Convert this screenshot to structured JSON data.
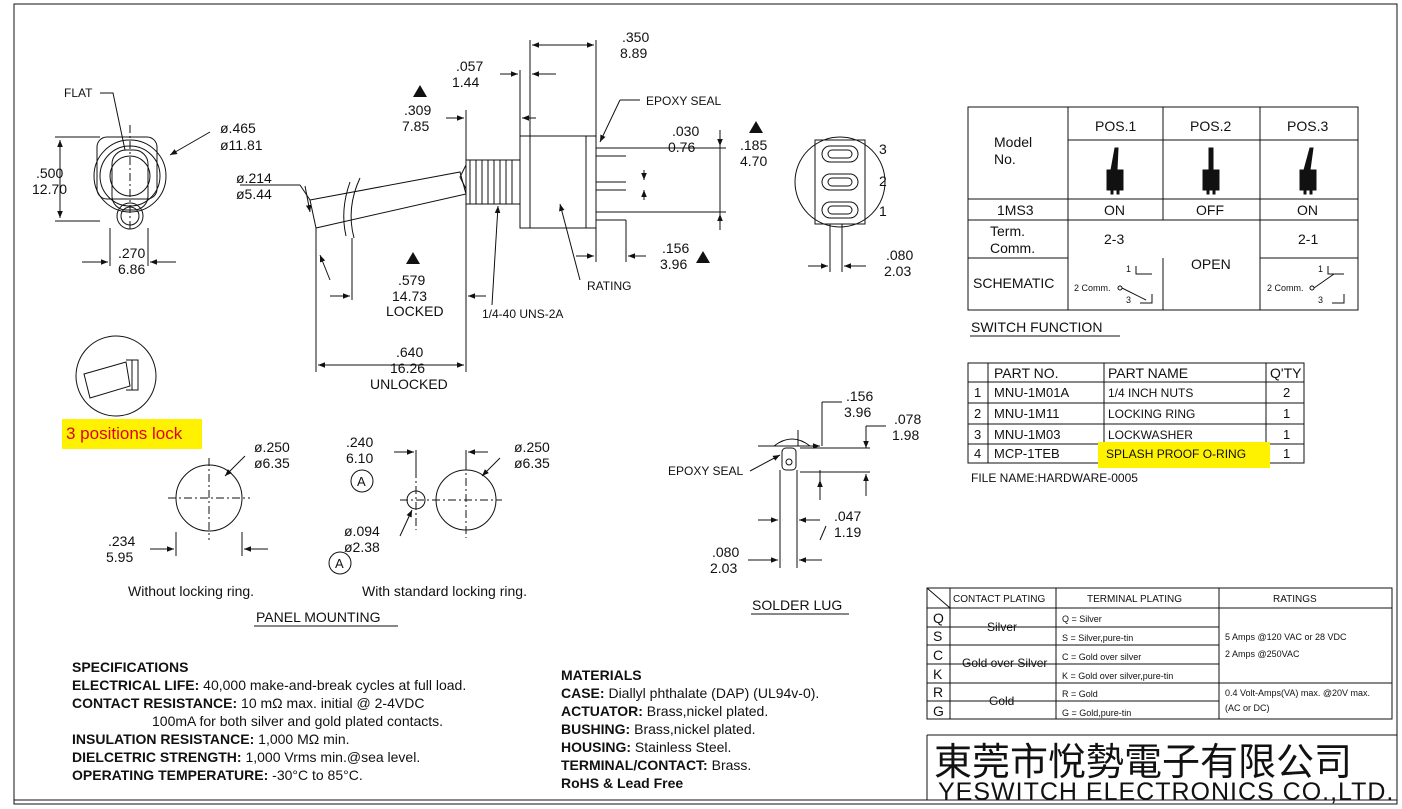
{
  "colors": {
    "line": "#111111",
    "highlight": "#fff200",
    "highlight_text": "#e0001b"
  },
  "drawing": {
    "flat": "FLAT",
    "d465": "ø.465",
    "d1181": "ø11.81",
    "h500": ".500",
    "h1270": "12.70",
    "w270": ".270",
    "w686": "6.86",
    "d214": "ø.214",
    "d544": "ø5.44",
    "d057": ".057",
    "d144": "1.44",
    "d350": ".350",
    "d889": "8.89",
    "d309": ".309",
    "d785": "7.85",
    "epoxy_seal": "EPOXY SEAL",
    "d030": ".030",
    "d076": "0.76",
    "d185": ".185",
    "d470": "4.70",
    "d156": ".156",
    "d396": "3.96",
    "rating": "RATING",
    "d579": ".579",
    "d1473": "14.73",
    "locked": "LOCKED",
    "thread": "1/4-40 UNS-2A",
    "d640": ".640",
    "d1626": "16.26",
    "unlocked": "UNLOCKED",
    "term1": "1",
    "term2": "2",
    "term3": "3",
    "d080": ".080",
    "d203": "2.03",
    "lock_callout": "3 positions lock"
  },
  "panel": {
    "d250a": "ø.250",
    "d635a": "ø6.35",
    "d234": ".234",
    "d595": "5.95",
    "without": "Without locking ring.",
    "d240": ".240",
    "d610": "6.10",
    "marker": "A",
    "d250b": "ø.250",
    "d635b": "ø6.35",
    "d094": "ø.094",
    "d238": "ø2.38",
    "with": "With standard locking ring.",
    "title": "PANEL MOUNTING"
  },
  "solder": {
    "d156": ".156",
    "d396": "3.96",
    "d078": ".078",
    "d198": "1.98",
    "epoxy_seal": "EPOXY SEAL",
    "d047": ".047",
    "d119": "1.19",
    "d080": ".080",
    "d203": "2.03",
    "title": "SOLDER LUG"
  },
  "switch_table": {
    "model_l1": "Model",
    "model_l2": "No.",
    "pos1": "POS.1",
    "pos2": "POS.2",
    "pos3": "POS.3",
    "model": "1MS3",
    "m_pos1": "ON",
    "m_pos2": "OFF",
    "m_pos3": "ON",
    "term_l1": "Term.",
    "term_l2": "Comm.",
    "term_pos1": "2-3",
    "term_open": "OPEN",
    "term_pos3": "2-1",
    "schematic": "SCHEMATIC",
    "sch_1": "1",
    "sch_2comm": "2 Comm.",
    "sch_3": "3",
    "title": "SWITCH   FUNCTION"
  },
  "parts_table": {
    "headers": [
      "PART NO.",
      "PART NAME",
      "Q'TY"
    ],
    "rows": [
      {
        "no": "1",
        "part": "MNU-1M01A",
        "name": "1/4 INCH NUTS",
        "qty": "2"
      },
      {
        "no": "2",
        "part": "MNU-1M11",
        "name": "LOCKING RING",
        "qty": "1"
      },
      {
        "no": "3",
        "part": "MNU-1M03",
        "name": "LOCKWASHER",
        "qty": "1"
      },
      {
        "no": "4",
        "part": "MCP-1TEB",
        "name": "SPLASH PROOF O-RING",
        "qty": "1"
      }
    ],
    "file_name": "FILE NAME:HARDWARE-0005"
  },
  "ratings_table": {
    "headers": [
      "CONTACT PLATING",
      "TERMINAL  PLATING",
      "RATINGS"
    ],
    "codes": [
      "Q",
      "S",
      "C",
      "K",
      "R",
      "G"
    ],
    "contacts": [
      "Silver",
      "Gold over Silver",
      "Gold"
    ],
    "terminals": [
      "Q = Silver",
      "S = Silver,pure-tin",
      "C = Gold over silver",
      "K = Gold over silver,pure-tin",
      "R = Gold",
      "G = Gold,pure-tin"
    ],
    "rating_1a": "5 Amps @120 VAC or 28 VDC",
    "rating_1b": "2 Amps @250VAC",
    "rating_2a": "0.4 Volt-Amps(VA) max. @20V max.",
    "rating_2b": "(AC or DC)"
  },
  "specs": {
    "heading": "SPECIFICATIONS",
    "lines": [
      {
        "label": "ELECTRICAL LIFE:",
        "value": " 40,000 make-and-break cycles at full load."
      },
      {
        "label": "CONTACT RESISTANCE:",
        "value": " 10 mΩ  max. initial @ 2-4VDC"
      },
      {
        "label": "",
        "value": "100mA for both silver and gold plated contacts."
      },
      {
        "label": "INSULATION RESISTANCE:",
        "value": " 1,000 MΩ  min."
      },
      {
        "label": "DIELCETRIC STRENGTH:",
        "value": " 1,000 Vrms min.@sea level."
      },
      {
        "label": "OPERATING TEMPERATURE:",
        "value": " -30°C to 85°C."
      }
    ]
  },
  "materials": {
    "heading": "MATERIALS",
    "lines": [
      {
        "label": "CASE:",
        "value": " Diallyl phthalate (DAP) (UL94v-0)."
      },
      {
        "label": "ACTUATOR:",
        "value": " Brass,nickel plated."
      },
      {
        "label": "BUSHING:",
        "value": " Brass,nickel plated."
      },
      {
        "label": "HOUSING:",
        "value": " Stainless Steel."
      },
      {
        "label": "TERMINAL/CONTACT:",
        "value": " Brass."
      },
      {
        "label": "RoHS & Lead Free",
        "value": ""
      }
    ]
  },
  "title_block": {
    "company_cn": "東莞市悅勢電子有限公司",
    "company_en": "YESWITCH ELECTRONICS CO.,LTD."
  }
}
